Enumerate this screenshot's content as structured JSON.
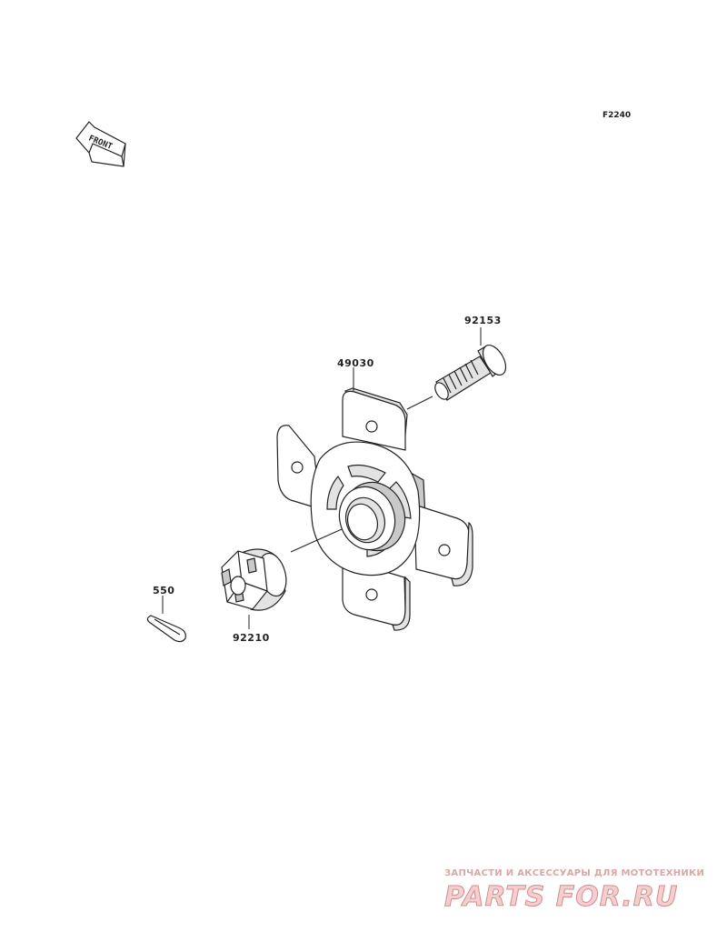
{
  "figure": {
    "code": "F2240",
    "front_label": "FRONT"
  },
  "parts": {
    "hub": {
      "number": "49030",
      "icon": "hub-flange-icon"
    },
    "bolt": {
      "number": "92153",
      "icon": "stud-bolt-icon"
    },
    "nut": {
      "number": "92210",
      "icon": "castle-nut-icon"
    },
    "pin": {
      "number": "550",
      "icon": "cotter-pin-icon"
    }
  },
  "watermark": {
    "tagline": "ЗАПЧАСТИ И АКСЕССУАРЫ ДЛЯ МОТОТЕХНИКИ",
    "brand": "PARTS FOR.RU",
    "color": "#d58c8c"
  }
}
